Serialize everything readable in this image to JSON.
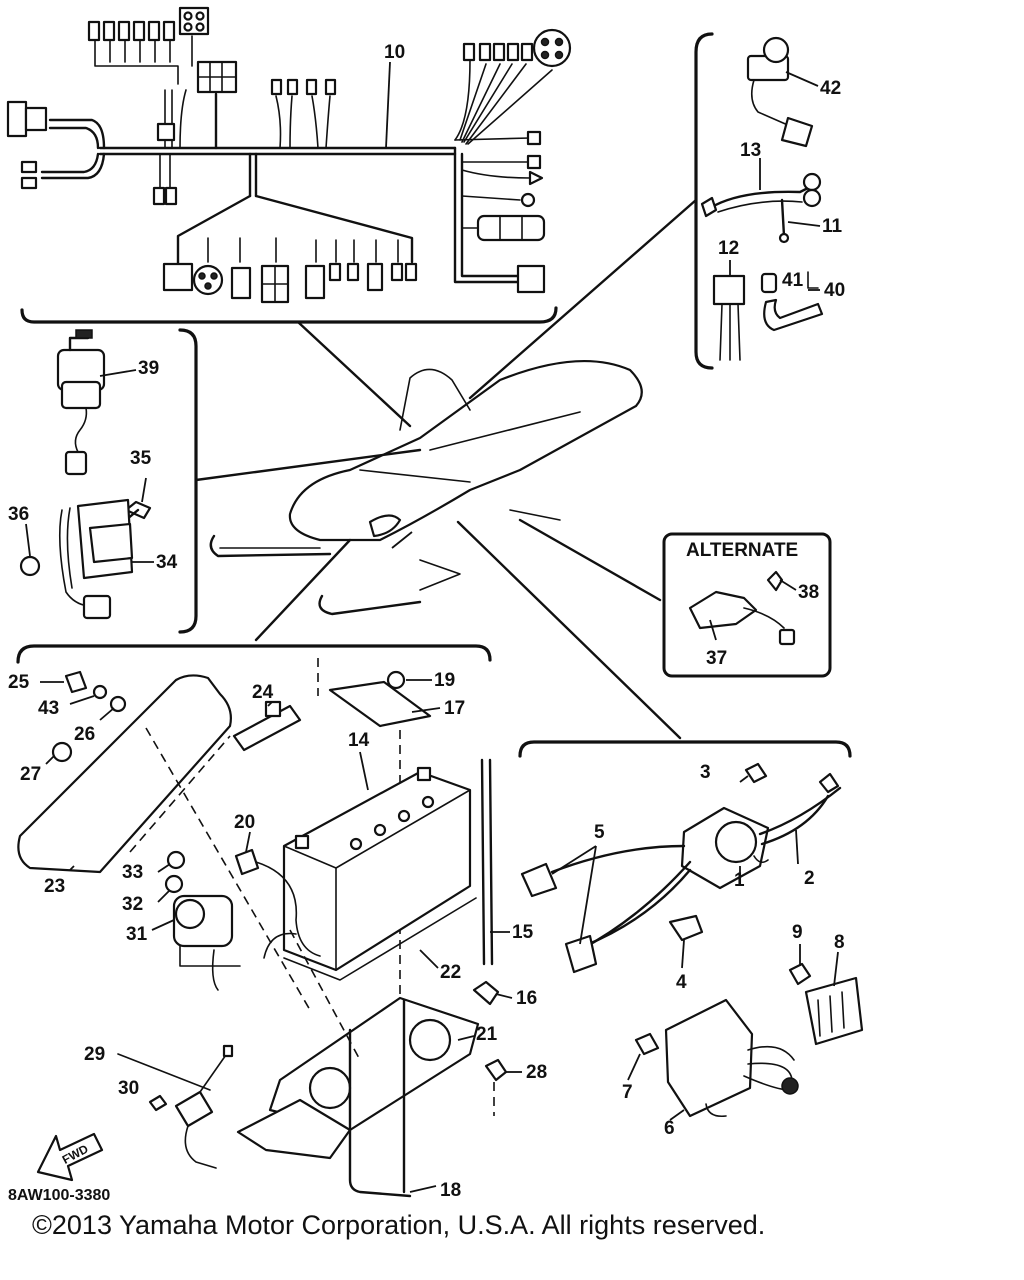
{
  "diagram": {
    "catalog_number": "8AW100-3380",
    "alternate_label": "ALTERNATE",
    "forward_arrow_text": "FWD",
    "copyright": "©2013 Yamaha Motor Corporation, U.S.A. All rights reserved.",
    "callouts": {
      "p1": "1",
      "p2": "2",
      "p3": "3",
      "p4": "4",
      "p5": "5",
      "p6": "6",
      "p7": "7",
      "p8": "8",
      "p9": "9",
      "p10": "10",
      "p11": "11",
      "p12": "12",
      "p13": "13",
      "p14": "14",
      "p15": "15",
      "p16": "16",
      "p17": "17",
      "p18": "18",
      "p19": "19",
      "p20": "20",
      "p21": "21",
      "p22": "22",
      "p23": "23",
      "p24": "24",
      "p25": "25",
      "p26": "26",
      "p27": "27",
      "p28": "28",
      "p29": "29",
      "p30": "30",
      "p31": "31",
      "p32": "32",
      "p33": "33",
      "p34": "34",
      "p35": "35",
      "p36": "36",
      "p37": "37",
      "p38": "38",
      "p39": "39",
      "p40": "40",
      "p41": "41",
      "p42": "42",
      "p43": "43"
    }
  }
}
